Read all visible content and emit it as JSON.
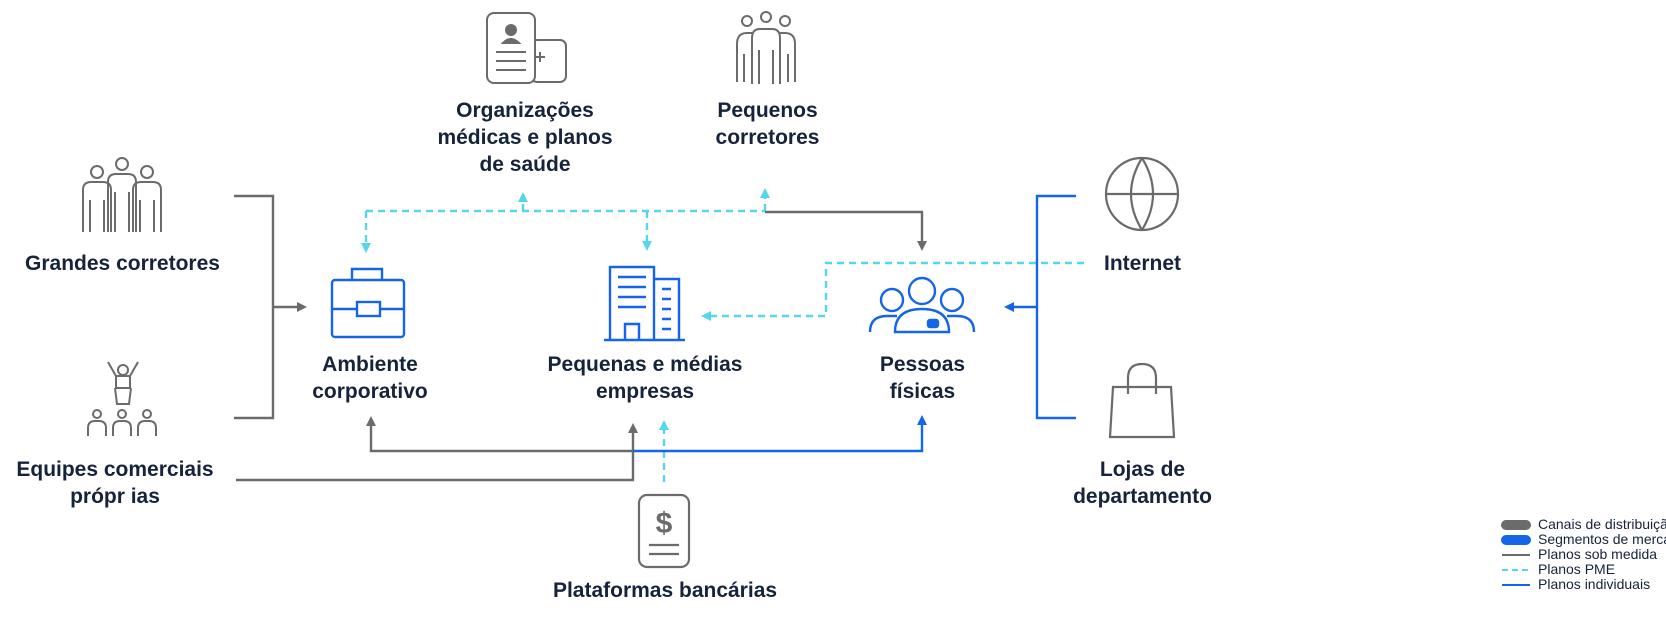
{
  "nodes": {
    "grandes_corretores": "Grandes corretores",
    "equipes_comerciais": "Equipes comerciais\nprópr ias",
    "organizacoes": "Organizações\nmédicas e planos\nde saúde",
    "pequenos_corretores": "Pequenos\ncorretores",
    "internet": "Internet",
    "lojas": "Lojas de\ndepartamento",
    "plataformas": "Plataformas bancárias",
    "ambiente": "Ambiente\ncorporativo",
    "pme": "Pequenas e médias\nempresas",
    "pessoas": "Pessoas\nfísicas"
  },
  "legend": {
    "canais": "Canais de distribuição",
    "segmentos": "Segmentos de mercado",
    "sob_medida": "Planos sob medida",
    "pme": "Planos PME",
    "individuais": "Planos individuais"
  },
  "colors": {
    "canais": "#6b6b6b",
    "segmentos": "#1565e6",
    "sob_medida": "#6b6b6b",
    "pme": "#55d6ee",
    "individuais": "#1565e6",
    "text": "#15233b"
  },
  "icons": {
    "grandes_corretores": "group-of-three-people-icon",
    "equipes_comerciais": "sales-team-presenter-icon",
    "organizacoes": "medical-documents-icon",
    "pequenos_corretores": "small-group-people-icon",
    "internet": "globe-icon",
    "lojas": "shopping-bag-icon",
    "plataformas": "bank-statement-dollar-icon",
    "ambiente": "briefcase-icon",
    "pme": "office-building-icon",
    "pessoas": "people-icon"
  }
}
